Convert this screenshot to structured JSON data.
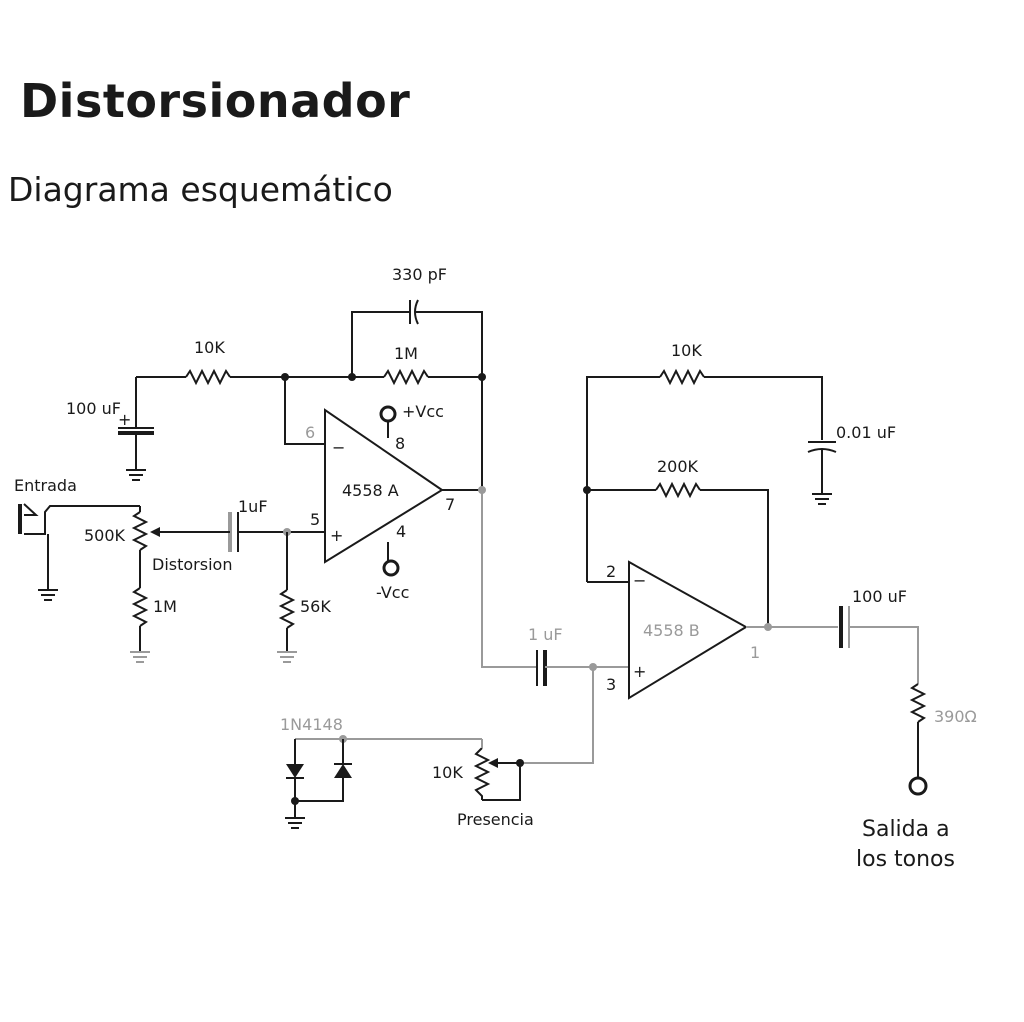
{
  "title": "Distorsionador",
  "subtitle": "Diagrama esquemático",
  "colors": {
    "wire": "#1a1a1a",
    "wire_gray": "#9a9a9a",
    "background": "#ffffff"
  },
  "labels": {
    "c330p": "330 pF",
    "r10k_a": "10K",
    "r1m_fb": "1M",
    "c100u_in": "100 uF",
    "vcc_pos": "+Vcc",
    "vcc_neg": "-Vcc",
    "pin6": "6",
    "pin8": "8",
    "pin5": "5",
    "pin4": "4",
    "pin7": "7",
    "opamp_a": "4558 A",
    "entrada": "Entrada",
    "c1u_a": "1uF",
    "r500k": "500K",
    "distorsion": "Distorsion",
    "r1m_low": "1M",
    "r56k": "56K",
    "r10k_b": "10K",
    "c001u": "0.01 uF",
    "r200k": "200K",
    "pin2": "2",
    "pin3": "3",
    "pin1": "1",
    "opamp_b": "4558 B",
    "c100u_out": "100 uF",
    "c1u_b": "1 uF",
    "r390": "390Ω",
    "diode": "1N4148",
    "pot10k": "10K",
    "presencia": "Presencia",
    "salida_1": "Salida a",
    "salida_2": "los tonos"
  }
}
